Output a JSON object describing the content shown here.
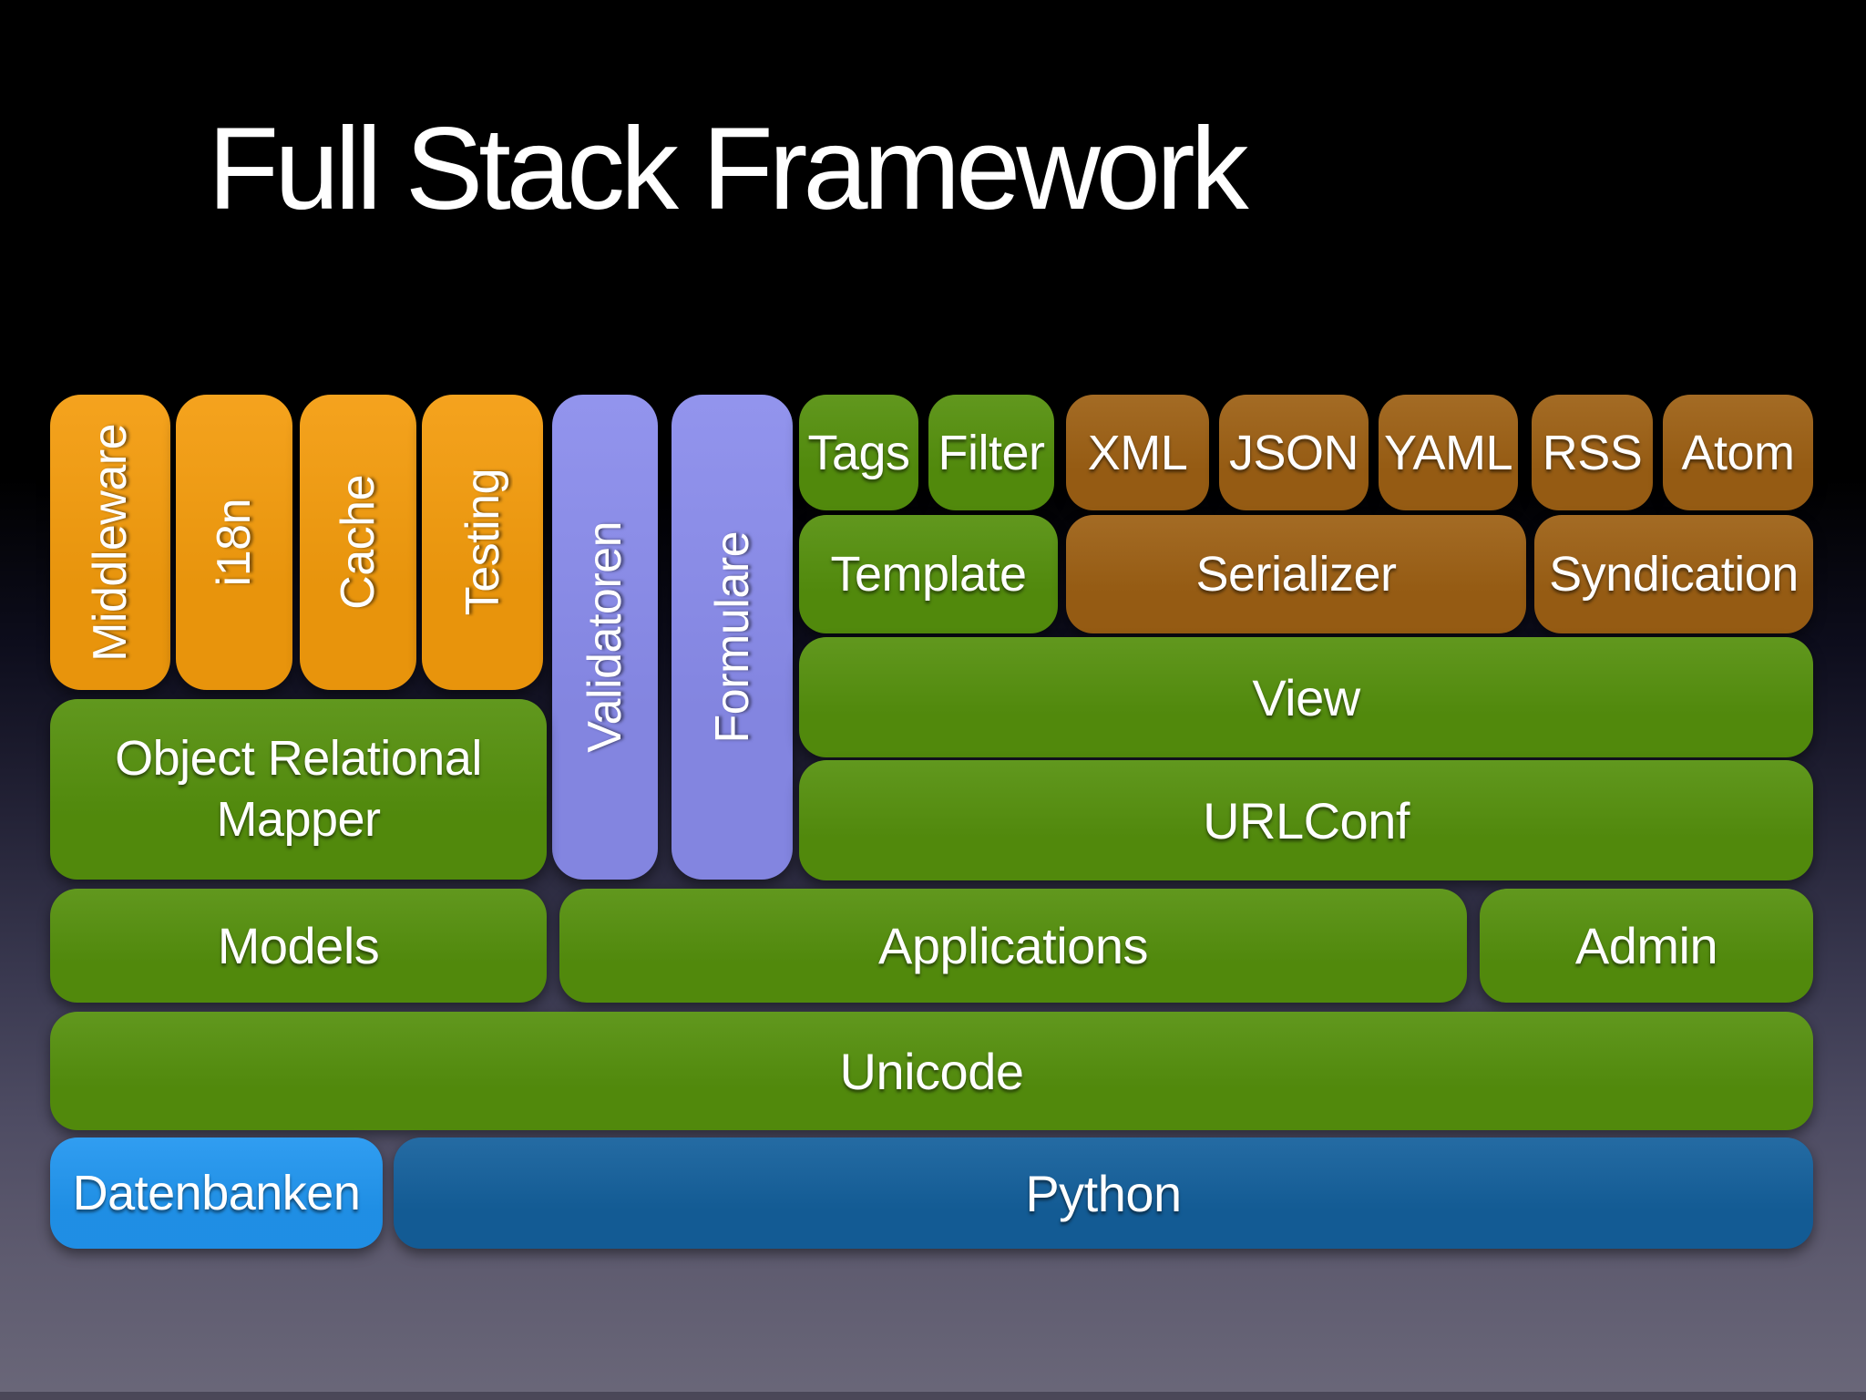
{
  "title": "Full Stack Framework",
  "colors": {
    "orange": "#f49c0d",
    "purple": "#8a8cec",
    "green": "#55900d",
    "brown": "#9d6014",
    "blue_bright": "#2196f0",
    "blue_dark": "#14609c",
    "bg_top": "#000000",
    "bg_bottom": "#6a6779",
    "text": "#ffffff"
  },
  "boxes": {
    "middleware": "Middleware",
    "i18n": "i18n",
    "cache": "Cache",
    "testing": "Testing",
    "validatoren": "Validatoren",
    "formulare": "Formulare",
    "tags": "Tags",
    "filter": "Filter",
    "xml": "XML",
    "json": "JSON",
    "yaml": "YAML",
    "rss": "RSS",
    "atom": "Atom",
    "template": "Template",
    "serializer": "Serializer",
    "syndication": "Syndication",
    "view": "View",
    "urlconf": "URLConf",
    "orm": "Object Relational\nMapper",
    "models": "Models",
    "applications": "Applications",
    "admin": "Admin",
    "unicode": "Unicode",
    "datenbanken": "Datenbanken",
    "python": "Python"
  }
}
